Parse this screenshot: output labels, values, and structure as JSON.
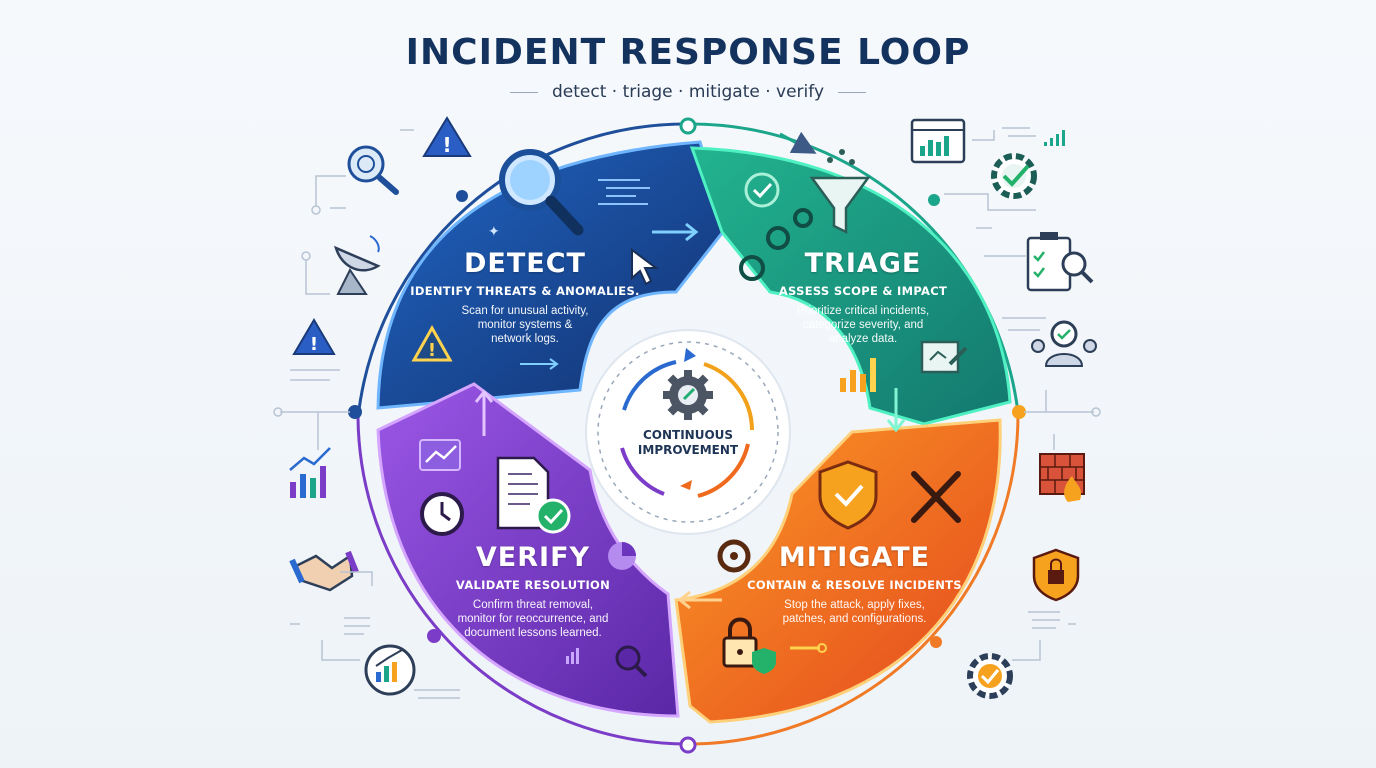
{
  "title": "INCIDENT RESPONSE LOOP",
  "subtitle": "detect · triage · mitigate · verify",
  "center": {
    "line1": "CONTINUOUS",
    "line2": "IMPROVEMENT"
  },
  "stages": {
    "detect": {
      "name": "DETECT",
      "tagline": "IDENTIFY THREATS & ANOMALIES.",
      "description": [
        "Scan for unusual activity,",
        "monitor systems &",
        "network logs."
      ],
      "color": "#1c4c9e"
    },
    "triage": {
      "name": "TRIAGE",
      "tagline": "ASSESS SCOPE & IMPACT",
      "description": [
        "Prioritize critical incidents,",
        "categorize severity, and",
        "analyze data."
      ],
      "color": "#1a9a82"
    },
    "mitigate": {
      "name": "MITIGATE",
      "tagline": "CONTAIN & RESOLVE INCIDENTS",
      "description": [
        "Stop the attack, apply fixes,",
        "patches, and configurations."
      ],
      "color": "#f0641f"
    },
    "verify": {
      "name": "VERIFY",
      "tagline": "VALIDATE RESOLUTION",
      "description": [
        "Confirm threat removal,",
        "monitor for reoccurrence, and",
        "document lessons learned."
      ],
      "color": "#7b3cc8"
    }
  },
  "icons": [
    "radar-icon",
    "warning-icon",
    "satellite-dish-icon",
    "bar-chart-icon",
    "handshake-icon",
    "gear-check-icon",
    "clipboard-check-icon",
    "users-check-icon",
    "firewall-icon",
    "shield-lock-icon",
    "monitor-chart-icon",
    "magnifier-icon",
    "funnel-icon",
    "shield-check-icon",
    "wrench-screwdriver-icon",
    "padlock-icon",
    "document-check-icon",
    "clock-icon"
  ]
}
